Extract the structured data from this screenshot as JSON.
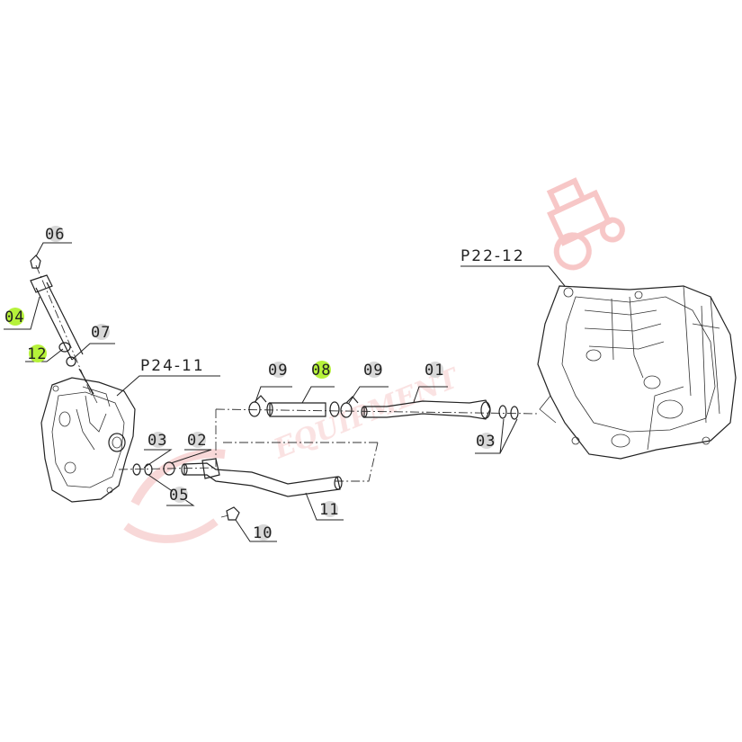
{
  "diagram": {
    "references": {
      "left_housing": "P24-11",
      "right_housing": "P22-12"
    },
    "callouts": [
      {
        "id": "c06",
        "text": "06",
        "highlight": false
      },
      {
        "id": "c04",
        "text": "04",
        "highlight": true
      },
      {
        "id": "c12",
        "text": "12",
        "highlight": true
      },
      {
        "id": "c07",
        "text": "07",
        "highlight": false
      },
      {
        "id": "c09a",
        "text": "09",
        "highlight": false
      },
      {
        "id": "c08",
        "text": "08",
        "highlight": true
      },
      {
        "id": "c09b",
        "text": "09",
        "highlight": false
      },
      {
        "id": "c01",
        "text": "01",
        "highlight": false
      },
      {
        "id": "c03a",
        "text": "03",
        "highlight": false
      },
      {
        "id": "c02",
        "text": "02",
        "highlight": false
      },
      {
        "id": "c05",
        "text": "05",
        "highlight": false
      },
      {
        "id": "c11",
        "text": "11",
        "highlight": false
      },
      {
        "id": "c10",
        "text": "10",
        "highlight": false
      },
      {
        "id": "c03b",
        "text": "03",
        "highlight": false
      }
    ],
    "highlight_color": "#b6f23a",
    "watermark": "EQUIPMENT"
  }
}
